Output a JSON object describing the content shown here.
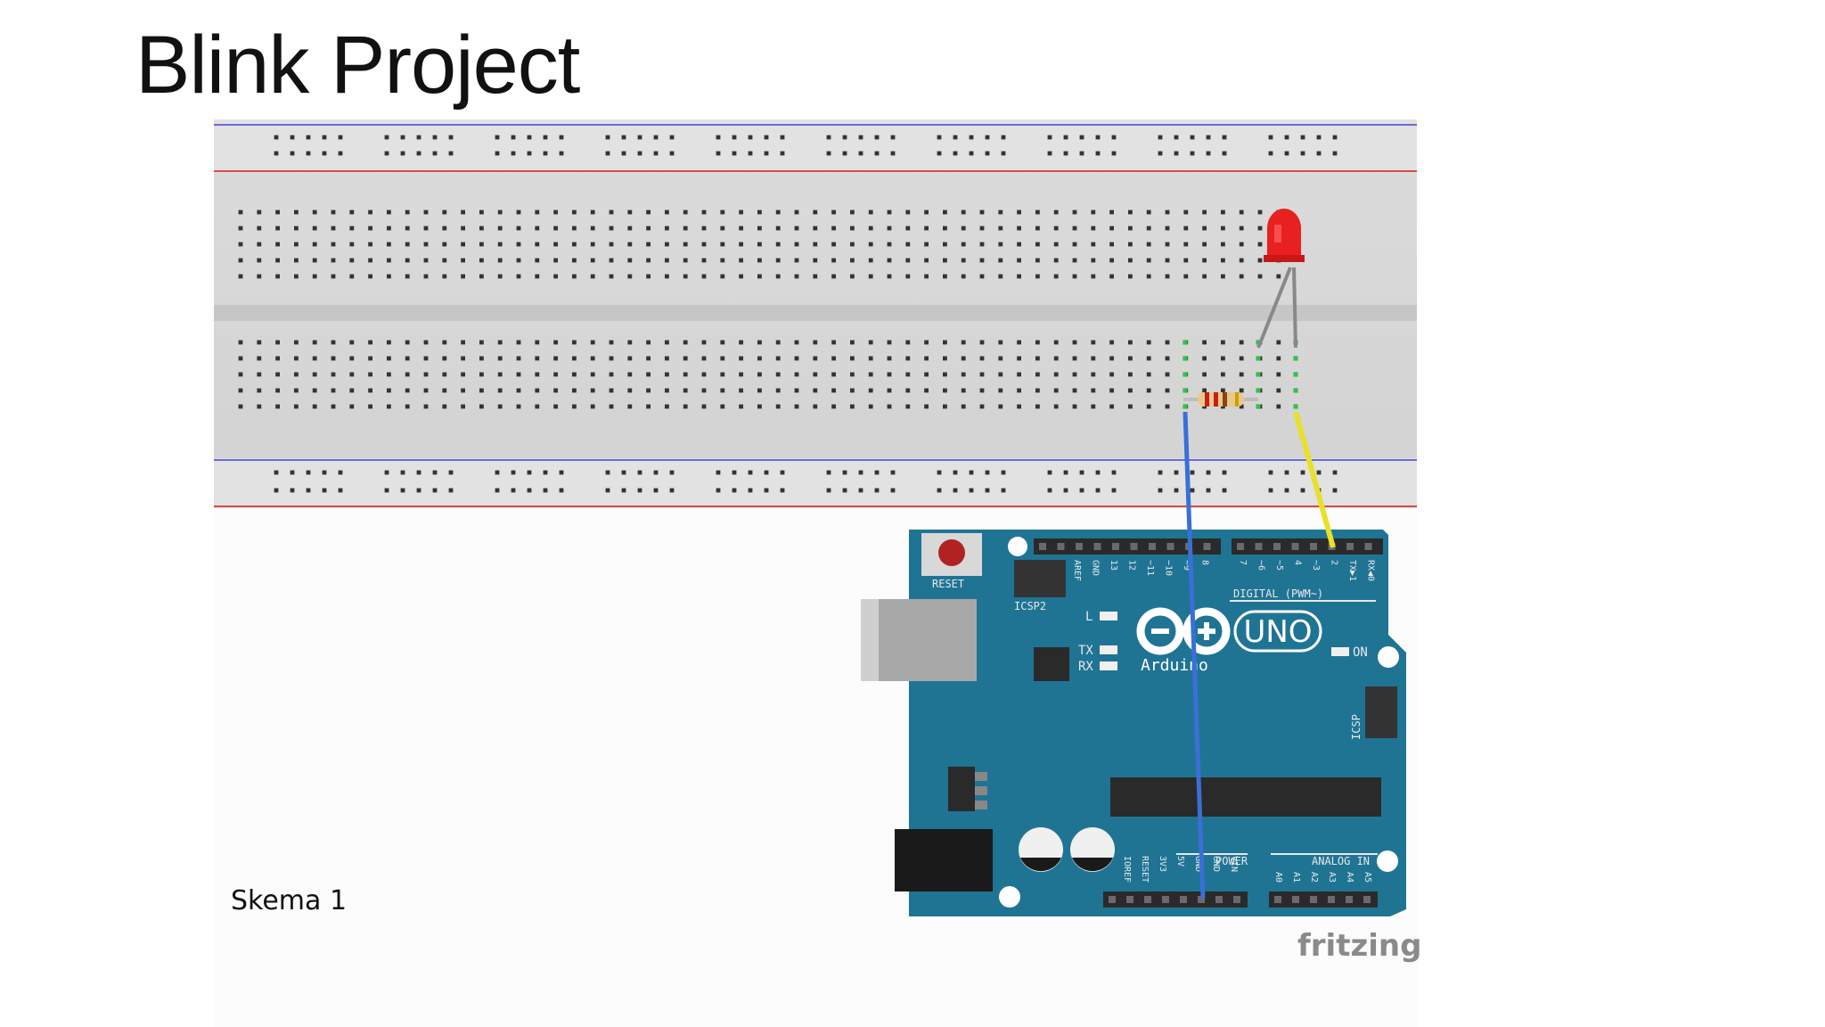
{
  "slide": {
    "title": "Blink Project",
    "caption": "Skema 1"
  },
  "diagram": {
    "watermark": "fritzing",
    "board": {
      "uno_label": "UNO",
      "brand_label": "Arduino",
      "reset_label": "RESET",
      "icsp2_label": "ICSP2",
      "icsp_label": "ICSP",
      "digital_label": "DIGITAL (PWM~)",
      "power_label": "POWER",
      "analog_label": "ANALOG IN",
      "on_label": "ON",
      "l_label": "L",
      "tx_label": "TX",
      "rx_label": "RX",
      "top_pin_labels": [
        "AREF",
        "GND",
        "13",
        "12",
        "~11",
        "~10",
        "~9",
        "8",
        "7",
        "~6",
        "~5",
        "4",
        "~3",
        "2",
        "TX▶1",
        "RX◀0"
      ],
      "power_pin_labels": [
        "IOREF",
        "RESET",
        "3V3",
        "5V",
        "GND",
        "GND",
        "VIN"
      ],
      "analog_pin_labels": [
        "A0",
        "A1",
        "A2",
        "A3",
        "A4",
        "A5"
      ]
    },
    "colors": {
      "board": "#1f7494",
      "wire_blue": "#3a6fd8",
      "wire_yellow": "#e8e02a",
      "led": "#e82020",
      "rail_red": "#d94a4a",
      "rail_blue": "#6a6ad8"
    },
    "components": [
      "breadboard",
      "red-led",
      "resistor",
      "arduino-uno",
      "blue-wire",
      "yellow-wire"
    ]
  }
}
